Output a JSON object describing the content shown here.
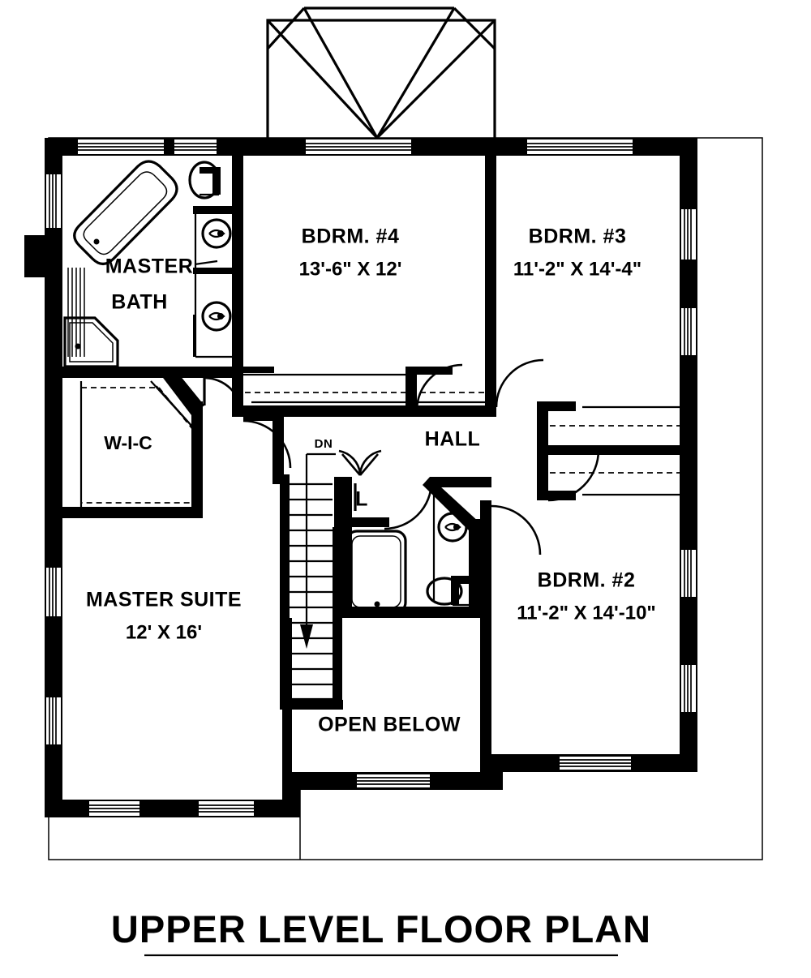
{
  "drawing": {
    "title": "UPPER LEVEL FLOOR PLAN",
    "type": "architectural-floor-plan",
    "level": "Upper Level",
    "line_color": "#000000",
    "background_color": "#ffffff"
  },
  "rooms": [
    {
      "id": "master-bath",
      "name": "MASTER",
      "name_line2": "BATH",
      "dimensions": "",
      "fixtures": [
        "corner-tub",
        "toilet",
        "two-sinks",
        "corner-shower"
      ]
    },
    {
      "id": "bedroom-4",
      "name": "BDRM. #4",
      "dimensions": "13'-6\" X 12'"
    },
    {
      "id": "bedroom-3",
      "name": "BDRM. #3",
      "dimensions": "11'-2\" X 14'-4\""
    },
    {
      "id": "bedroom-2",
      "name": "BDRM. #2",
      "dimensions": "11'-2\" X 14'-10\""
    },
    {
      "id": "master-suite",
      "name": "MASTER SUITE",
      "dimensions": "12' X 16'"
    },
    {
      "id": "walk-in-closet",
      "name": "W-I-C",
      "dimensions": ""
    },
    {
      "id": "hall",
      "name": "HALL",
      "dimensions": ""
    }
  ],
  "annotations": {
    "stairs_direction": "DN",
    "open_below": "OPEN BELOW",
    "linen_closet": "L"
  },
  "stairs": {
    "label": "DN",
    "tread_count": 15,
    "direction": "down"
  },
  "title_underline": true
}
